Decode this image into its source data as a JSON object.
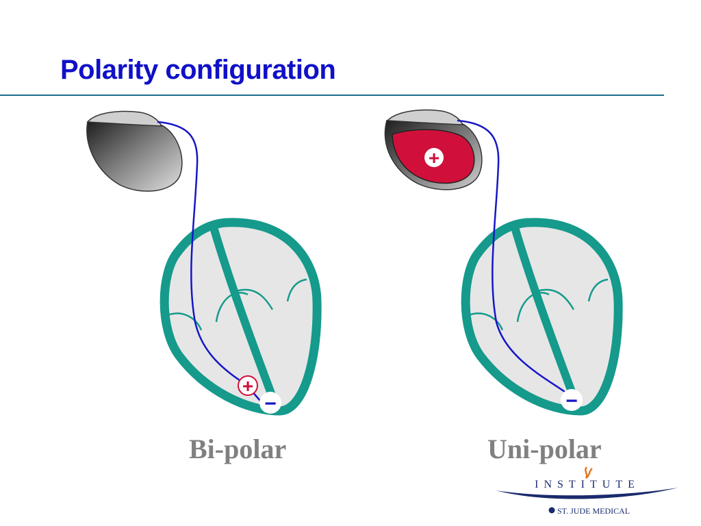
{
  "slide": {
    "title": "Polarity configuration",
    "captions": {
      "bipolar": "Bi-polar",
      "unipolar": "Uni-polar"
    },
    "symbols": {
      "plus": "+",
      "minus": "−"
    },
    "logo": {
      "institute": "INSTITUTE",
      "company": "ST. JUDE MEDICAL"
    }
  },
  "colors": {
    "title": "#1010c8",
    "heart_wall": "#159a8c",
    "heart_fill": "#e6e6e6",
    "lead_wire": "#1616c8",
    "anode_red": "#d0103a",
    "divider": "#1a6c8c",
    "caption_gray": "#808080"
  },
  "icons": [
    "pacemaker-can",
    "heart",
    "lead-wire",
    "positive-electrode",
    "negative-electrode",
    "logo"
  ]
}
